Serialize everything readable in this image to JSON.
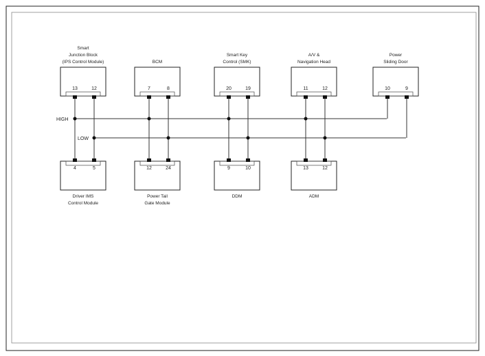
{
  "bus": {
    "high_label": "HIGH",
    "low_label": "LOW"
  },
  "modules": [
    {
      "id": "smart-junction-block",
      "title": [
        "Smart",
        "Junction Block",
        "(IPS Control Module)"
      ],
      "pins": [
        "13",
        "12"
      ],
      "high_pin": 0,
      "low_pin": 1,
      "row": "top"
    },
    {
      "id": "bcm",
      "title": [
        "BCM"
      ],
      "pins": [
        "7",
        "8"
      ],
      "high_pin": 0,
      "low_pin": 1,
      "row": "top"
    },
    {
      "id": "smart-key-control",
      "title": [
        "Smart Key",
        "Control (SMK)"
      ],
      "pins": [
        "20",
        "19"
      ],
      "high_pin": 0,
      "low_pin": 1,
      "row": "top"
    },
    {
      "id": "av-navigation-head",
      "title": [
        "A/V &",
        "Navigation Head"
      ],
      "pins": [
        "11",
        "12"
      ],
      "high_pin": 0,
      "low_pin": 1,
      "row": "top"
    },
    {
      "id": "power-sliding-door",
      "title": [
        "Power",
        "Sliding Door"
      ],
      "pins": [
        "10",
        "9"
      ],
      "high_pin": 0,
      "low_pin": 1,
      "row": "top"
    },
    {
      "id": "driver-ims-control-module",
      "title": [
        "Driver IMS",
        "Control Module"
      ],
      "pins": [
        "4",
        "5"
      ],
      "high_pin": 0,
      "low_pin": 1,
      "row": "bottom"
    },
    {
      "id": "power-tail-gate-module",
      "title": [
        "Power Tail",
        "Gate Module"
      ],
      "pins": [
        "12",
        "24"
      ],
      "high_pin": 0,
      "low_pin": 1,
      "row": "bottom"
    },
    {
      "id": "ddm",
      "title": [
        "DDM"
      ],
      "pins": [
        "9",
        "10"
      ],
      "high_pin": 0,
      "low_pin": 1,
      "row": "bottom"
    },
    {
      "id": "adm",
      "title": [
        "ADM"
      ],
      "pins": [
        "13",
        "12"
      ],
      "high_pin": 0,
      "low_pin": 1,
      "row": "bottom"
    }
  ]
}
